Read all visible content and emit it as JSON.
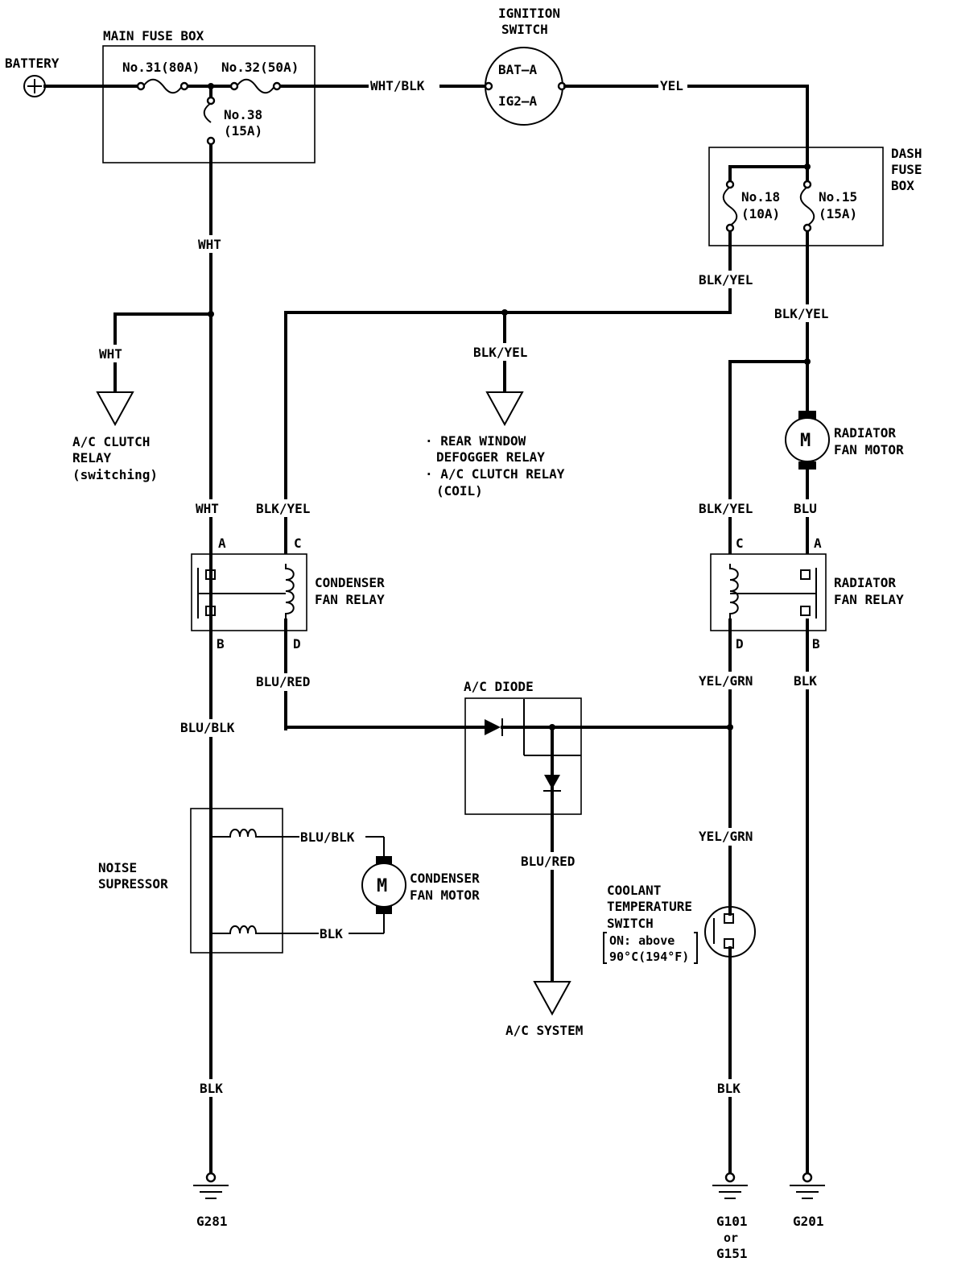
{
  "labels": {
    "battery": "BATTERY",
    "main_fuse_box": "MAIN FUSE BOX",
    "fuse31": "No.31(80A)",
    "fuse32": "No.32(50A)",
    "fuse38_a": "No.38",
    "fuse38_b": "(15A)",
    "ignition_a": "IGNITION",
    "ignition_b": "SWITCH",
    "bat_a": "BAT–A",
    "ig2_a": "IG2–A",
    "dash_a": "DASH",
    "dash_b": "FUSE",
    "dash_c": "BOX",
    "fuse18_a": "No.18",
    "fuse18_b": "(10A)",
    "fuse15_a": "No.15",
    "fuse15_b": "(15A)",
    "clutch_a": "A/C CLUTCH",
    "clutch_b": "RELAY",
    "clutch_c": "(switching)",
    "rear_a": "· REAR WINDOW",
    "rear_b": "DEFOGGER RELAY",
    "rear_c": "· A/C CLUTCH RELAY",
    "rear_d": "(COIL)",
    "rad_motor_a": "RADIATOR",
    "rad_motor_b": "FAN MOTOR",
    "cond_relay_a": "CONDENSER",
    "cond_relay_b": "FAN RELAY",
    "rad_relay_a": "RADIATOR",
    "rad_relay_b": "FAN RELAY",
    "diode": "A/C DIODE",
    "noise_a": "NOISE",
    "noise_b": "SUPRESSOR",
    "cond_motor_a": "CONDENSER",
    "cond_motor_b": "FAN MOTOR",
    "coolant_a": "COOLANT",
    "coolant_b": "TEMPERATURE",
    "coolant_c": "SWITCH",
    "coolant_d": "ON: above",
    "coolant_e": "90°C(194°F)",
    "ac_system": "A/C SYSTEM",
    "g281": "G281",
    "g101_a": "G101",
    "g101_b": "or",
    "g101_c": "G151",
    "g201": "G201",
    "motor": "M",
    "pin_a": "A",
    "pin_b": "B",
    "pin_c": "C",
    "pin_d": "D"
  },
  "wires": {
    "wht_blk": "WHT/BLK",
    "yel": "YEL",
    "wht": "WHT",
    "blk_yel": "BLK/YEL",
    "blu": "BLU",
    "blu_red": "BLU/RED",
    "yel_grn": "YEL/GRN",
    "blk": "BLK",
    "blu_blk": "BLU/BLK"
  }
}
